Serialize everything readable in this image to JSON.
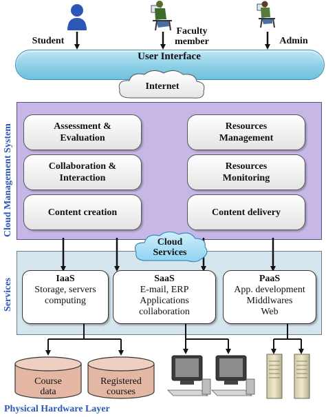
{
  "actors": {
    "student": "Student",
    "faculty_line1": "Faculty",
    "faculty_line2": "member",
    "admin": "Admin"
  },
  "user_interface": "User Interface",
  "internet": "Internet",
  "cms": {
    "side_label": "Cloud Management System",
    "left_boxes": [
      {
        "line1": "Assessment &",
        "line2": "Evaluation"
      },
      {
        "line1": "Collaboration &",
        "line2": "Interaction"
      },
      {
        "line1": "Content creation",
        "line2": ""
      }
    ],
    "right_boxes": [
      {
        "line1": "Resources",
        "line2": "Management"
      },
      {
        "line1": "Resources",
        "line2": "Monitoring"
      },
      {
        "line1": "Content delivery",
        "line2": ""
      }
    ]
  },
  "cloud_services": {
    "line1": "Cloud",
    "line2": "Services"
  },
  "services": {
    "side_label": "Services",
    "iaas": {
      "title": "IaaS",
      "lines": [
        "Storage, servers",
        "computing"
      ]
    },
    "saas": {
      "title": "SaaS",
      "lines": [
        "E-mail, ERP",
        "Applications",
        "collaboration"
      ]
    },
    "paas": {
      "title": "PaaS",
      "lines": [
        "App. development",
        "Middlwares",
        "Web"
      ]
    }
  },
  "storage": {
    "course": {
      "line1": "Course",
      "line2": "data"
    },
    "registered": {
      "line1": "Registered",
      "line2": "courses"
    }
  },
  "physical_layer": "Physical Hardware Layer",
  "colors": {
    "ui_bar": "#8ccfe7",
    "cms_panel": "#c6b7e6",
    "services_panel": "#d4e5ee",
    "database": "#e3b7a3",
    "side_label": "#2a57b4"
  }
}
